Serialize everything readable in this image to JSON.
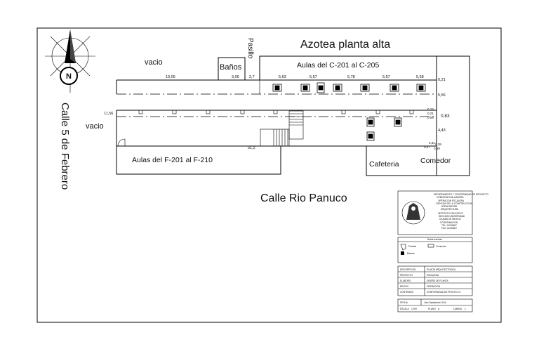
{
  "labels": {
    "azotea": "Azotea planta alta",
    "vacio_top": "vacio",
    "vacio_left": "vacio",
    "banos": "Baños",
    "pasillo": "Pasillo",
    "aulas_c": "Aulas del C-201 al C-205",
    "aulas_f": "Aulas del F-201 al F-210",
    "cafeteria": "Cafeteria",
    "comedor": "Comedor",
    "calle_rio": "Calle Rio Panuco",
    "calle_5": "Calle 5 de Febrero",
    "north": "N"
  },
  "dimensions": {
    "d1905": "19,05",
    "d306": "3,06",
    "d27": "2,7",
    "d563": "5,63",
    "d557a": "5,57",
    "d578": "5,78",
    "d557b": "5,57",
    "d558": "5,58",
    "d021": "0,21",
    "d556": "5,56",
    "d018": "0,18",
    "d021b": "0,21",
    "d083": "0,83",
    "d009": "0,09",
    "d443": "4,43",
    "d034": "0,34",
    "d039": "0,39",
    "d027": "0,27",
    "d039b": "0,39",
    "d1156": "11,56",
    "d512": "51,2"
  },
  "title_block": {
    "header_lines": [
      "DEPARTAMENTO Y CONFORMIDAD DE PROYECTO",
      "COMISION EVALUADORA",
      "OPERACION ESCALERA",
      "CIENCIAS DE LA CONSTRUCCION",
      "LICENCIATURA",
      "ARQUITECTURA",
      "INSTITUTO EDUCATIVO",
      "SECCION UNIVERSIDAD",
      "CIUDAD DE MEXICO",
      "COORDINACION",
      "TEL. 01234567",
      "FAX. 01234567"
    ],
    "notes_title": "Notas tecnicas",
    "legend_puertas": "Puertas",
    "legend_columnas": "Columnas",
    "legend_bancas": "Bancas",
    "rows": [
      [
        "DESCRIPCION",
        "PLANTA ARQUITECTONICA"
      ],
      [
        "PROYECTO",
        "ESCALERA"
      ],
      [
        "ELABORO",
        "DISEÑO DE PLANTA"
      ],
      [
        "REVISO",
        "OPERACION"
      ],
      [
        "CONTENIDO",
        "CONFORMIDAD DE PROYECTO"
      ]
    ],
    "footer_top_left": "FECHA",
    "footer_top_right": "Julio Septiembre 2016",
    "footer_bottom": [
      "ESCALA",
      "1:200",
      "PLANO",
      "A",
      "LAMINA",
      "1"
    ]
  }
}
